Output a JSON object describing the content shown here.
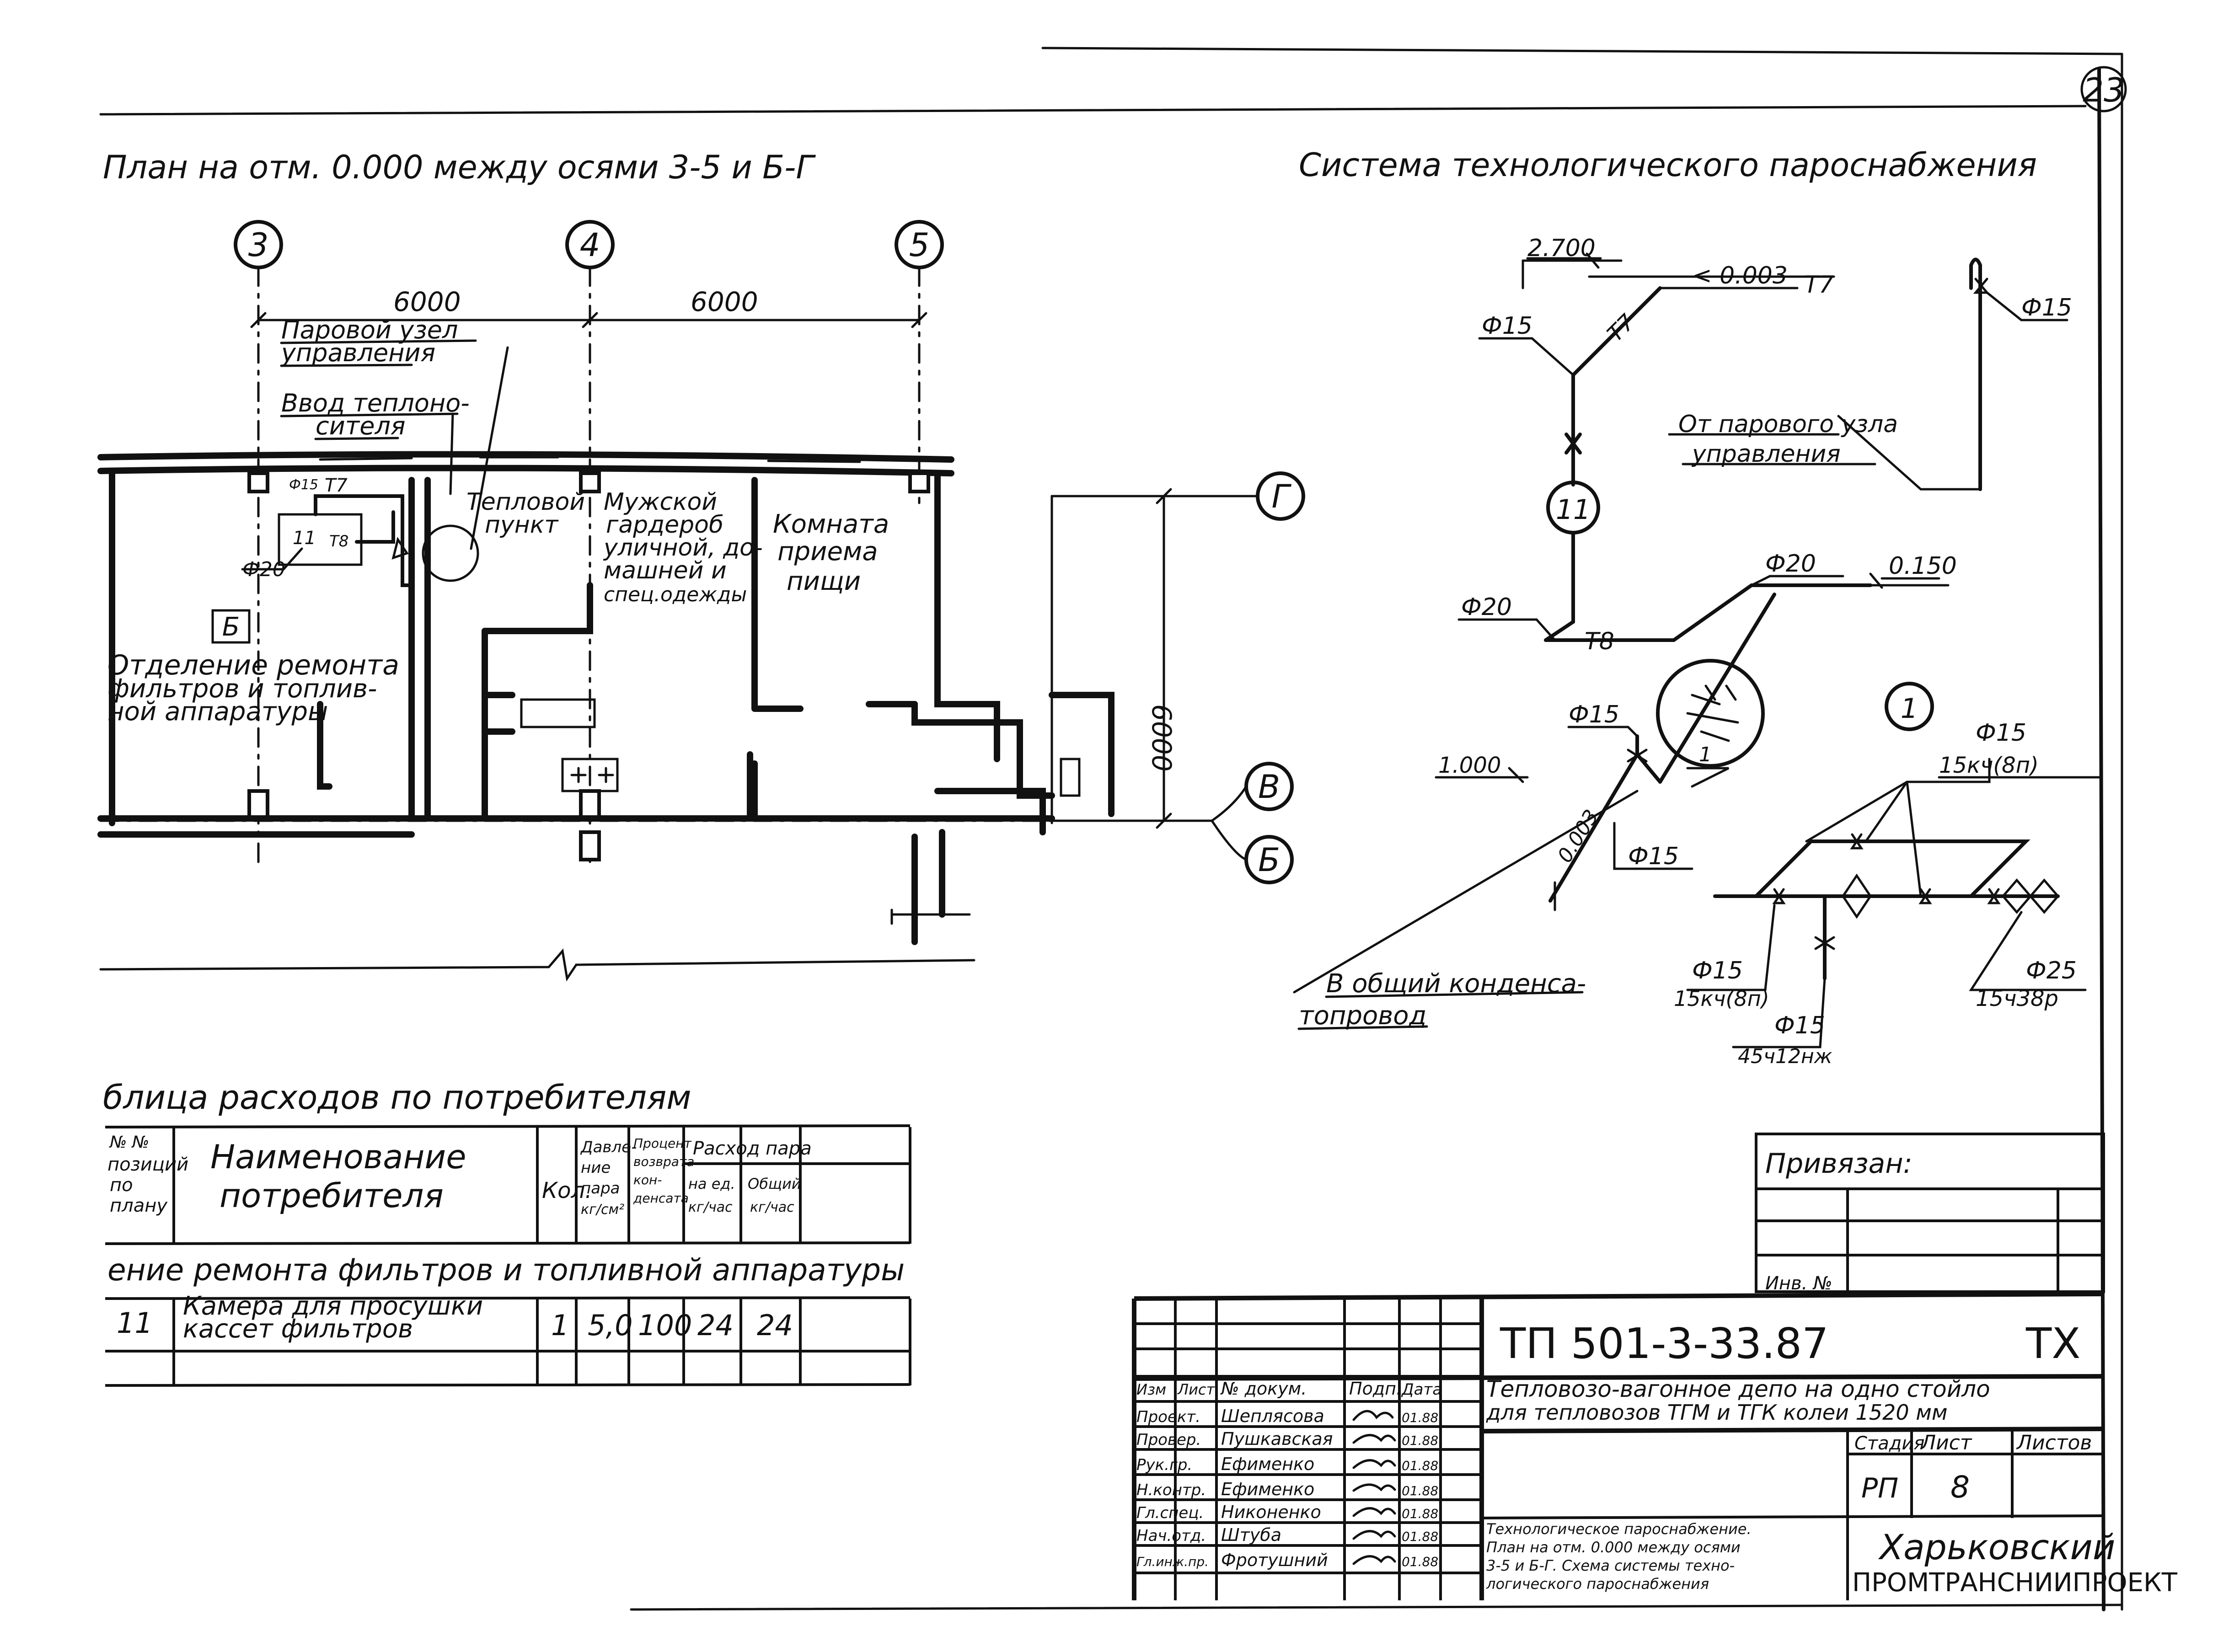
{
  "sheet": {
    "page_number": "23"
  },
  "plan": {
    "title": "План на отм. 0.000 между осями 3-5 и Б-Г",
    "axes": [
      "3",
      "4",
      "5",
      "Г",
      "В",
      "Б"
    ],
    "dim_3_4": "6000",
    "dim_4_5": "6000",
    "dim_vertical": "6000",
    "rooms": {
      "steam_node": "Паровой узел управления",
      "heat_input": "Ввод теплоно- сителя",
      "heat_point": "Тепловой пункт",
      "wardrobe": "Мужской гардероб уличной, до- машней и спец.одежды",
      "food_room": "Комната приема пищи",
      "room_b_mark": "Б",
      "repair": "Отделение ремонта фильтров и топлив- ной аппаратуры"
    },
    "labels": {
      "t7": "Т7",
      "t8": "Т8",
      "pos11": "11",
      "d20": "Ф20",
      "d15": "Ф15"
    }
  },
  "scheme": {
    "title": "Система технологического пароснабжения",
    "labels": {
      "elev_2700": "2.700",
      "slope_top": "< 0.003",
      "t7": "Т7",
      "d15_top_right": "Ф15",
      "d15_left": "Ф15",
      "t7_riser": "Т7",
      "from_node": "От парового узла управления",
      "pos11": "11",
      "d20_top": "Ф20",
      "elev_0150": "0.150",
      "d20_left": "Ф20",
      "t8": "Т8",
      "d15_mid": "Ф15",
      "elev_1000": "1.000",
      "slope_mid": "0.003",
      "d15_bottom": "Ф15",
      "callout_1": "1",
      "node_1": "1",
      "to_condensate": "В общий конденса- топровод",
      "detail_d15_a": "Ф15",
      "detail_valve_a": "15кч(8п)",
      "detail_d15_b": "Ф15",
      "detail_valve_b": "15кч(8п)",
      "detail_d15_c": "Ф15",
      "detail_valve_c": "45ч12нж",
      "detail_d25": "Ф25",
      "detail_trap": "15ч38р"
    }
  },
  "table": {
    "title": "блица расходов по потребителям",
    "headers": {
      "num": "№ № позиций по плану",
      "name": "Наименование потребителя",
      "qty": "Кол.",
      "pressure": "Давле- ние пара кг/см²",
      "condensate": "Процент возврата кон- денсата",
      "steam_flow": "Расход пара",
      "per_unit": "на ед. кг/час",
      "total": "Общий кг/час"
    },
    "section": "ение ремонта фильтров и топливной аппаратуры",
    "rows": [
      {
        "num": "11",
        "name": "Камера для просушки кассет фильтров",
        "qty": "1",
        "pressure": "5,0",
        "condensate": "100",
        "per_unit": "24",
        "total": "24"
      }
    ]
  },
  "title_block": {
    "binding_label": "Привязан:",
    "inv_label": "Инв. №",
    "code": "ТП 501-3-33.87",
    "mark": "ТХ",
    "project": "Тепловозо-вагонное депо на одно стойло для тепловозов ТГМ и ТГК колеи 1520 мм",
    "sheet_title": "Технологическое пароснабжение. План на отм. 0.000 между осями 3-5 и Б-Г. Схема системы техно- логического пароснабжения",
    "org": "Харьковский промтрансниипроект",
    "col_headers": [
      "Изм",
      "Лист",
      "№ докум.",
      "Подп.",
      "Дата"
    ],
    "stage_headers": [
      "Стадия",
      "Лист",
      "Листов"
    ],
    "stage": "РП",
    "sheet": "8",
    "sheets": "",
    "people": [
      {
        "role": "Проект.",
        "name": "Шеплясова",
        "date": "01.88"
      },
      {
        "role": "Провер.",
        "name": "Пушкавская",
        "date": "01.88"
      },
      {
        "role": "Рук.гр.",
        "name": "Ефименко",
        "date": "01.88"
      },
      {
        "role": "Н.контр.",
        "name": "Ефименко",
        "date": "01.88"
      },
      {
        "role": "Гл.спец.",
        "name": "Никоненко",
        "date": "01.88"
      },
      {
        "role": "Нач.отд.",
        "name": "Штуба",
        "date": "01.88"
      },
      {
        "role": "Гл.инж.пр.",
        "name": "Фротушний",
        "date": "01.88"
      }
    ]
  }
}
